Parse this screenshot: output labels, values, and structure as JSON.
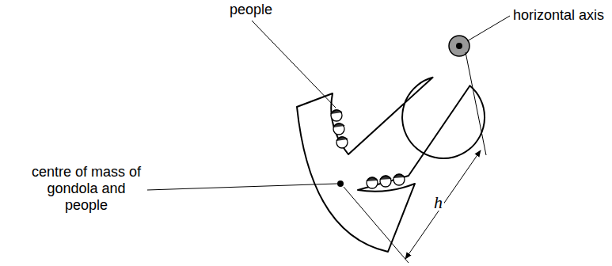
{
  "diagram": {
    "labels": [
      "people",
      "horizontal axis",
      "centre of mass of gondola and people",
      "h"
    ]
  }
}
